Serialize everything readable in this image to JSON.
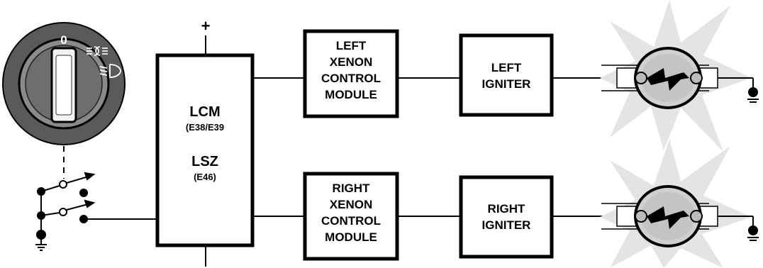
{
  "switch": {
    "position_label": "0",
    "icons": [
      "parking-light-icon",
      "low-beam-icon"
    ]
  },
  "supply": {
    "plus_label": "+"
  },
  "controller": {
    "line1": "LCM",
    "line2": "(E38/E39",
    "line3": "LSZ",
    "line4": "(E46)"
  },
  "left_module": {
    "lines": [
      "LEFT",
      "XENON",
      "CONTROL",
      "MODULE"
    ]
  },
  "right_module": {
    "lines": [
      "RIGHT",
      "XENON",
      "CONTROL",
      "MODULE"
    ]
  },
  "left_igniter": {
    "lines": [
      "LEFT",
      "IGNITER"
    ]
  },
  "right_igniter": {
    "lines": [
      "RIGHT",
      "IGNITER"
    ]
  },
  "colors": {
    "stroke": "#000000",
    "knob_dark": "#555555",
    "knob_mid": "#8a8a8a",
    "glow": "#e4e4e4",
    "bulb_fill": "#d4d4d4"
  }
}
